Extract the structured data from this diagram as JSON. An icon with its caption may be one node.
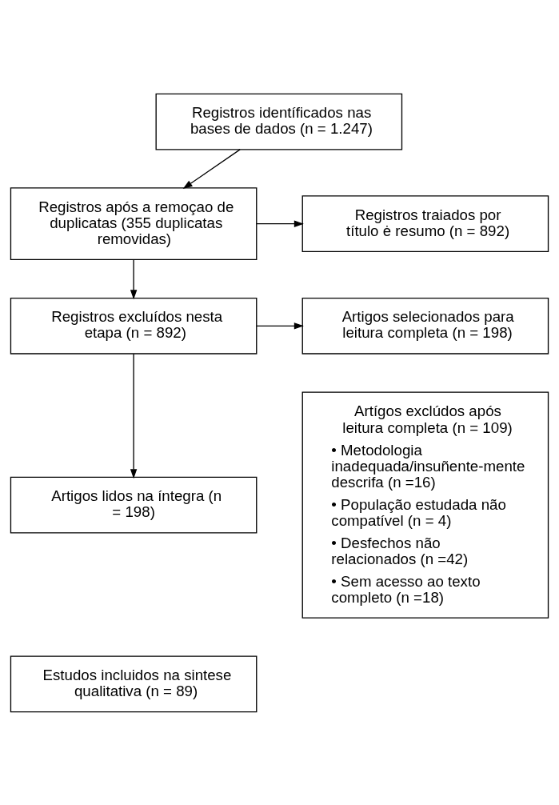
{
  "diagram": {
    "nodes": [
      {
        "text": [
          "Registros identíficados nas bases de dados (n = 1.247)"
        ]
      },
      {
        "text": [
          "Registros após a remoçao de duplicatas (355 duplicatas removidas)"
        ]
      },
      {
        "text": [
          "Registros traiados por título ė resumo (n = 892)"
        ]
      },
      {
        "text": [
          "Registros excluídos nesta etapa (n = 892)"
        ]
      },
      {
        "text": [
          "Artigos selecionados para leitura completa (n = 198)"
        ]
      },
      {
        "text": [
          "Artigos lidos na íntegra (n = 198)"
        ]
      },
      {
        "text": [
          "Artígos exclúdos após leitura completa (n = 109)",
          "• Metodologia inadequada/insuñente-mente descrifa (n =16)",
          "• População estudada não compatível (n = 4)",
          "• Desfechos não relacionados (n =42)",
          "• Sem acesso ao texto completo (n =18)"
        ]
      },
      {
        "text": [
          "Estudos incluidos na sintese qualitativa (n = 89)"
        ]
      }
    ],
    "edges": [
      {
        "from": 0,
        "to": 1,
        "arrow": "to"
      },
      {
        "from": 1,
        "to": 2,
        "arrow": "to"
      },
      {
        "from": 1,
        "to": 3,
        "arrow": "to"
      },
      {
        "from": 3,
        "to": 4,
        "arrow": "to"
      },
      {
        "from": 3,
        "to": 5,
        "arrow": "to"
      }
    ]
  }
}
